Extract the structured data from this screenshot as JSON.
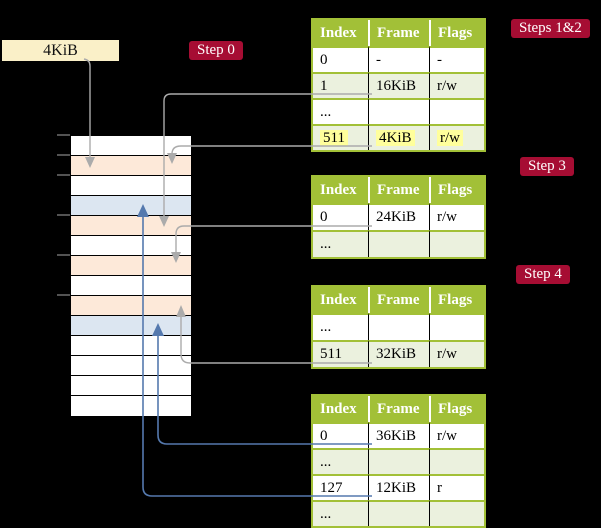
{
  "labels": {
    "frame_box": "4KiB"
  },
  "badges": {
    "step0": "Step 0",
    "steps12": "Steps 1&2",
    "step3": "Step 3",
    "step4": "Step 4"
  },
  "colors": {
    "badge": "#A60D33",
    "table_header": "#A2C037",
    "table_row_alt": "#EBF1DE",
    "highlight": "#FFFF9C",
    "page_table_frame": "#FDE9D9",
    "data_frame": "#DCE6F1",
    "gray_arrow": "#ABABAB",
    "blue_arrow": "#5579AE",
    "frame_box_bg": "#FAF0C8"
  },
  "tables": [
    {
      "name": "root-page-table",
      "headers": [
        "Index",
        "Frame",
        "Flags"
      ],
      "rows": [
        {
          "cells": [
            "0",
            "-",
            "-"
          ],
          "shaded": false,
          "highlight": false
        },
        {
          "cells": [
            "1",
            "16KiB",
            "r/w"
          ],
          "shaded": true,
          "highlight": false
        },
        {
          "cells": [
            "...",
            "",
            ""
          ],
          "shaded": false,
          "highlight": false
        },
        {
          "cells": [
            "511",
            "4KiB",
            "r/w"
          ],
          "shaded": true,
          "highlight": true
        }
      ]
    },
    {
      "name": "page-table-16kib",
      "headers": [
        "Index",
        "Frame",
        "Flags"
      ],
      "rows": [
        {
          "cells": [
            "0",
            "24KiB",
            "r/w"
          ],
          "shaded": false,
          "highlight": false
        },
        {
          "cells": [
            "...",
            "",
            ""
          ],
          "shaded": true,
          "highlight": false
        }
      ]
    },
    {
      "name": "page-table-24kib",
      "headers": [
        "Index",
        "Frame",
        "Flags"
      ],
      "rows": [
        {
          "cells": [
            "...",
            "",
            ""
          ],
          "shaded": false,
          "highlight": false
        },
        {
          "cells": [
            "511",
            "32KiB",
            "r/w"
          ],
          "shaded": true,
          "highlight": false
        }
      ]
    },
    {
      "name": "page-table-32kib",
      "headers": [
        "Index",
        "Frame",
        "Flags"
      ],
      "rows": [
        {
          "cells": [
            "0",
            "36KiB",
            "r/w"
          ],
          "shaded": false,
          "highlight": false
        },
        {
          "cells": [
            "...",
            "",
            ""
          ],
          "shaded": true,
          "highlight": false
        },
        {
          "cells": [
            "127",
            "12KiB",
            "r"
          ],
          "shaded": false,
          "highlight": false
        },
        {
          "cells": [
            "...",
            "",
            ""
          ],
          "shaded": true,
          "highlight": false
        }
      ]
    }
  ],
  "memory": {
    "rows": [
      {
        "kind": "plain"
      },
      {
        "kind": "page-table"
      },
      {
        "kind": "plain"
      },
      {
        "kind": "data"
      },
      {
        "kind": "page-table"
      },
      {
        "kind": "plain"
      },
      {
        "kind": "page-table"
      },
      {
        "kind": "plain"
      },
      {
        "kind": "page-table"
      },
      {
        "kind": "data"
      },
      {
        "kind": "plain"
      },
      {
        "kind": "plain"
      },
      {
        "kind": "plain"
      },
      {
        "kind": "plain"
      }
    ]
  }
}
